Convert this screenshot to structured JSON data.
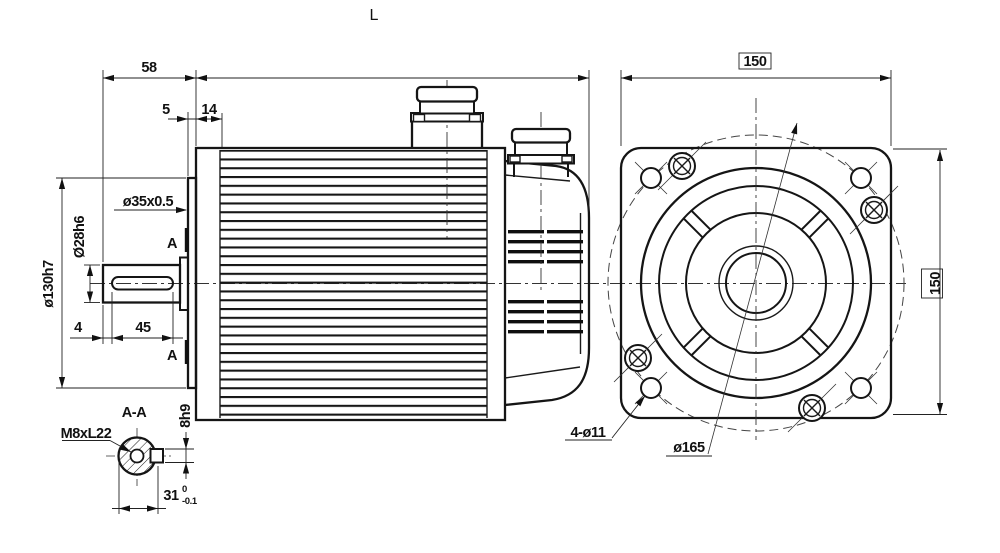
{
  "drawing": {
    "colors": {
      "line": "#1a1a1a",
      "background": "#ffffff"
    },
    "side_view": {
      "total_length": "L",
      "shaft_extension": "58",
      "spigot_thickness": "5",
      "front_step": "14",
      "shaft_step": "ø35x0.5",
      "shaft_diameter": "Ø28h6",
      "spigot_diameter": "ø130h7",
      "key_offset": "4",
      "key_length": "45",
      "section_mark": "A"
    },
    "front_view": {
      "flange_width": "150",
      "flange_height": "150",
      "mounting_holes": "4-ø11",
      "bolt_circle": "ø165"
    },
    "section_view": {
      "title": "A-A",
      "tapped_hole": "M8xL22",
      "key_width": "8h9",
      "key_flat": "31",
      "tol_upper": "0",
      "tol_lower": "-0.1"
    }
  }
}
